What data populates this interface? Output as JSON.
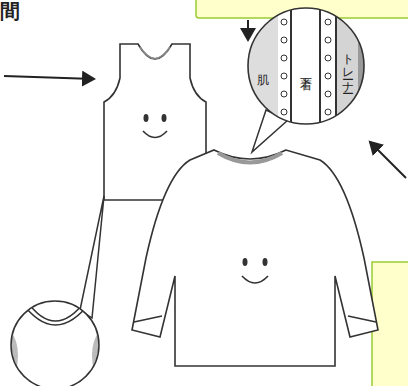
{
  "diagram": {
    "nodes": [
      {
        "text": [
          "肌"
        ]
      },
      {
        "text": [
          "下着"
        ]
      },
      {
        "text": [
          "トレーナー"
        ]
      }
    ],
    "labels": [
      "間"
    ]
  }
}
